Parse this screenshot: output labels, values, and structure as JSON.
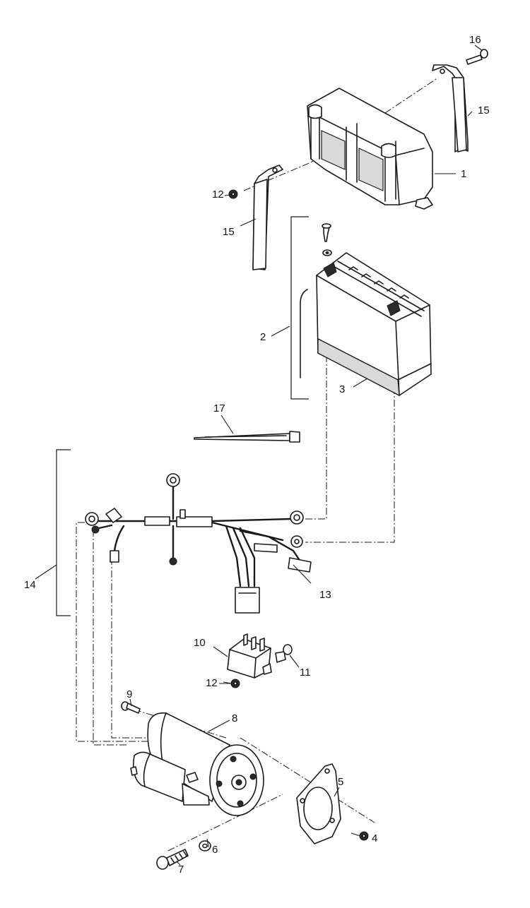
{
  "diagram": {
    "callouts": {
      "c1": "1",
      "c2": "2",
      "c3": "3",
      "c4": "4",
      "c5": "5",
      "c6": "6",
      "c7": "7",
      "c8": "8",
      "c9": "9",
      "c10": "10",
      "c11": "11",
      "c12a": "12",
      "c12b": "12",
      "c13": "13",
      "c14": "14",
      "c15a": "15",
      "c15b": "15",
      "c16": "16",
      "c17": "17"
    }
  }
}
